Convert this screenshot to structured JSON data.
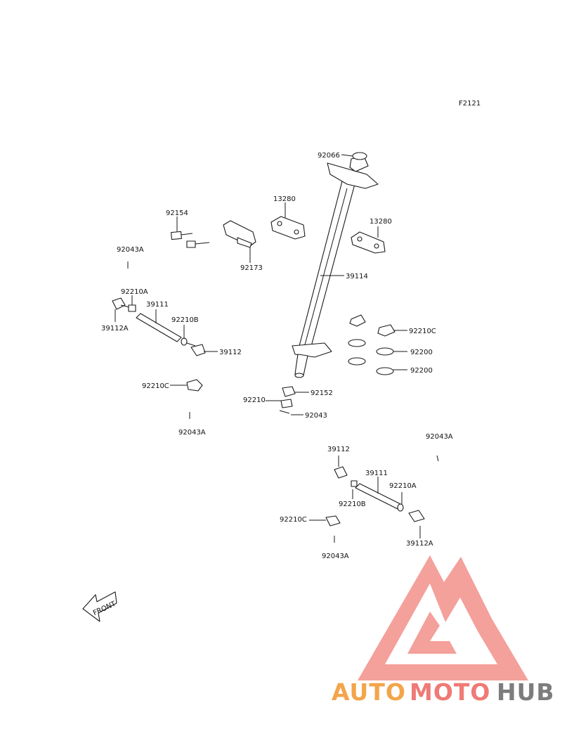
{
  "figure_code": "F2121",
  "front_label": "FRONT",
  "watermark": {
    "part1": "AUTO",
    "part2": "MOTO",
    "part3": "HUB",
    "colors": {
      "auto": "#f3a54a",
      "moto": "#ef7a76",
      "hub": "#7d7d7d",
      "triangle": "#f28f8a"
    }
  },
  "callouts": [
    {
      "text": "92066"
    },
    {
      "text": "13280"
    },
    {
      "text": "92154"
    },
    {
      "text": "13280"
    },
    {
      "text": "92043A"
    },
    {
      "text": "92173"
    },
    {
      "text": "39114"
    },
    {
      "text": "92210A"
    },
    {
      "text": "39111"
    },
    {
      "text": "39112A"
    },
    {
      "text": "92210B"
    },
    {
      "text": "39112"
    },
    {
      "text": "92210C"
    },
    {
      "text": "92200"
    },
    {
      "text": "92200"
    },
    {
      "text": "92210C"
    },
    {
      "text": "92152"
    },
    {
      "text": "92210"
    },
    {
      "text": "92043"
    },
    {
      "text": "92043A"
    },
    {
      "text": "92043A"
    },
    {
      "text": "39112"
    },
    {
      "text": "39111"
    },
    {
      "text": "92210A"
    },
    {
      "text": "92210B"
    },
    {
      "text": "92210C"
    },
    {
      "text": "39112A"
    },
    {
      "text": "92043A"
    }
  ]
}
